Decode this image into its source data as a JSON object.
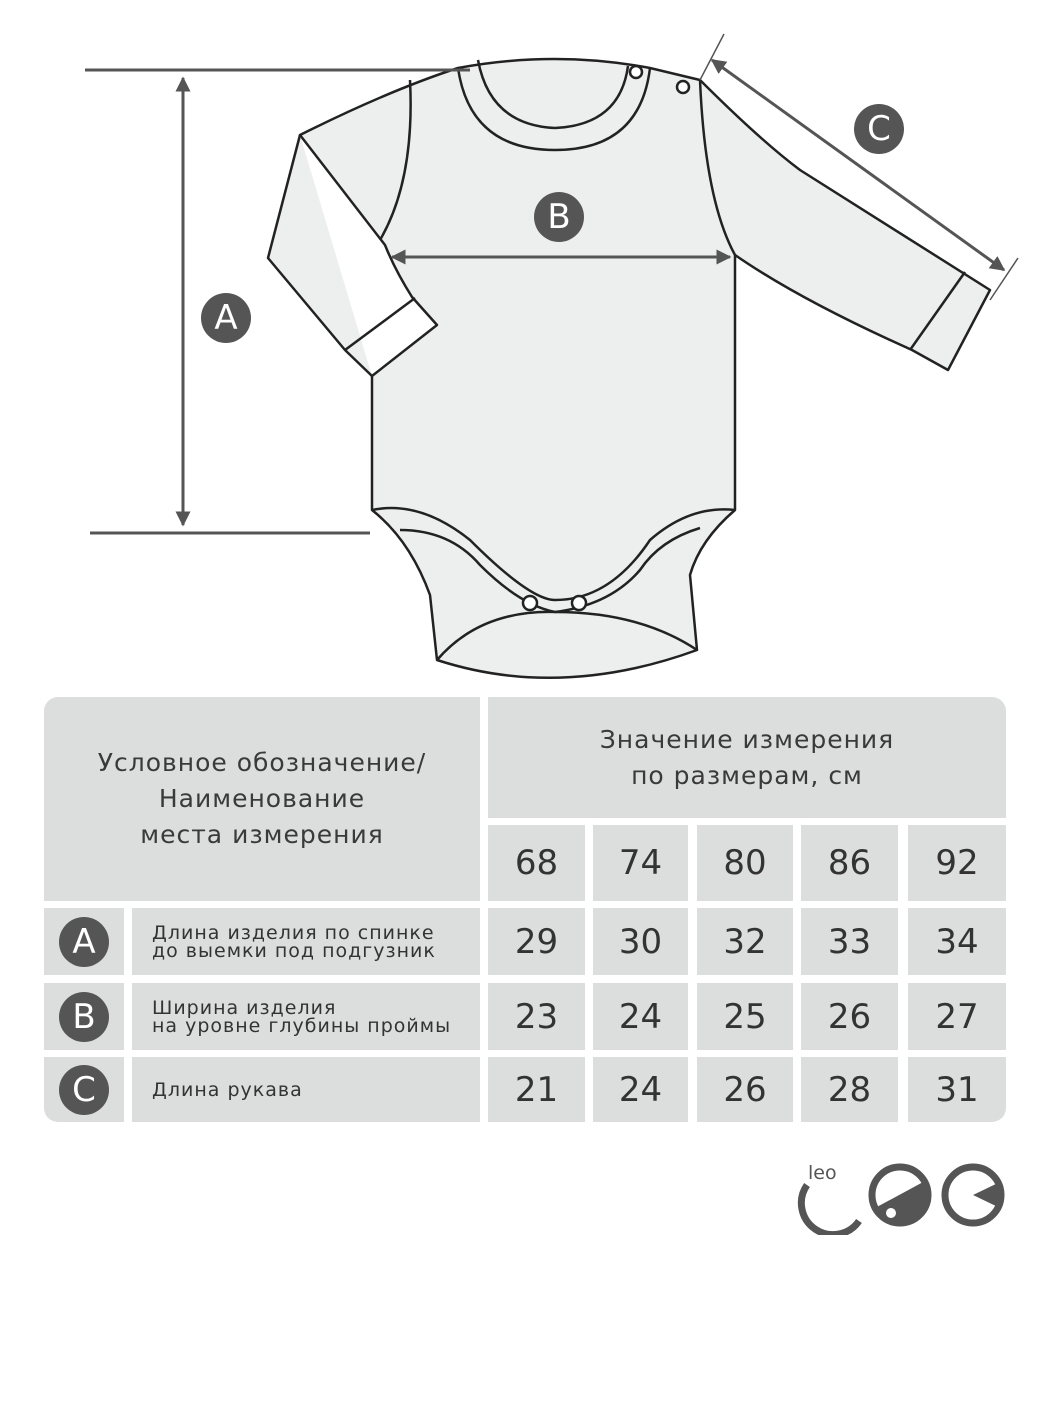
{
  "diagram": {
    "labels": {
      "a": "A",
      "b": "B",
      "c": "C"
    }
  },
  "table": {
    "header_left": [
      "Условное обозначение/",
      "Наименование",
      "места измерения"
    ],
    "header_right": [
      "Значение измерения",
      "по размерам, см"
    ],
    "sizes": [
      "68",
      "74",
      "80",
      "86",
      "92"
    ],
    "rows": [
      {
        "letter": "A",
        "name": [
          "Длина изделия по спинке",
          "до выемки под подгузник"
        ],
        "values": [
          "29",
          "30",
          "32",
          "33",
          "34"
        ]
      },
      {
        "letter": "B",
        "name": [
          "Ширина изделия",
          "на уровне глубины проймы"
        ],
        "values": [
          "23",
          "24",
          "25",
          "26",
          "27"
        ]
      },
      {
        "letter": "C",
        "name": [
          "Длина рукава"
        ],
        "values": [
          "21",
          "24",
          "26",
          "28",
          "31"
        ]
      }
    ]
  },
  "logo": {
    "text": "leo"
  },
  "colors": {
    "cell": "#dcdddd",
    "badge": "#555555",
    "garment": "#edefee",
    "line": "#222222"
  }
}
